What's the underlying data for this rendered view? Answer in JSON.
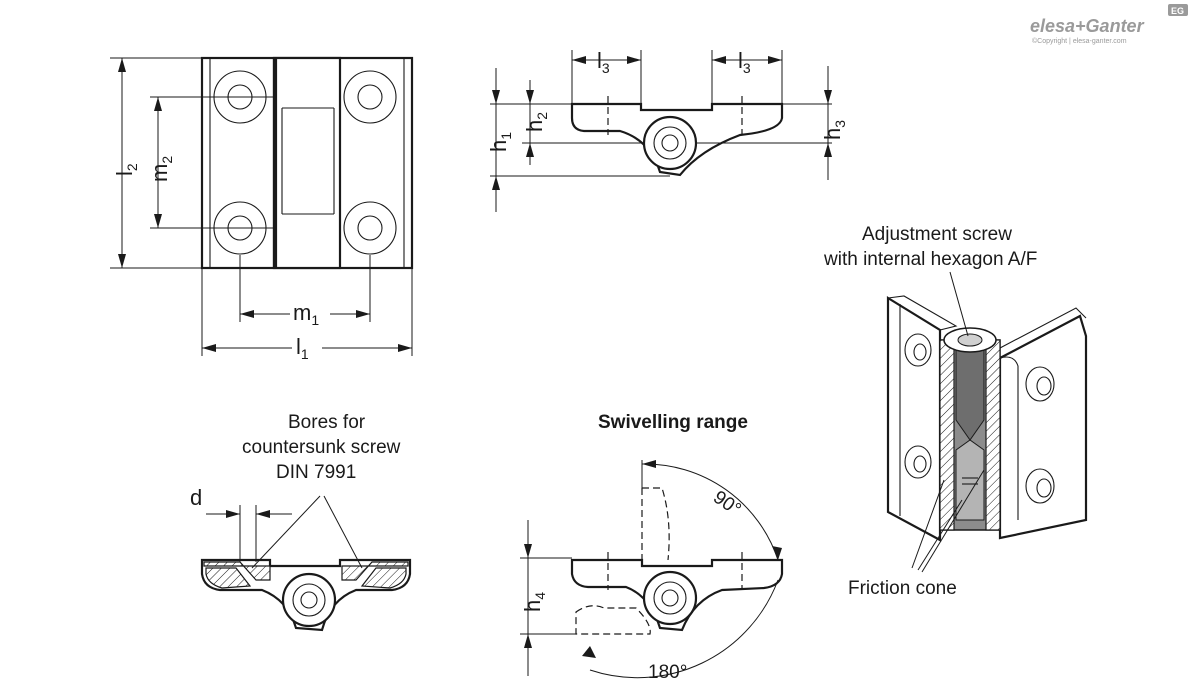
{
  "brand": {
    "logo": "elesa+Ganter",
    "badge": "EG",
    "copyright": "©Copyright | elesa-ganter.com"
  },
  "dimensions": {
    "l1": "l",
    "l1_sub": "1",
    "l2": "l",
    "l2_sub": "2",
    "l3": "l",
    "l3_sub": "3",
    "m1": "m",
    "m1_sub": "1",
    "m2": "m",
    "m2_sub": "2",
    "h1": "h",
    "h1_sub": "1",
    "h2": "h",
    "h2_sub": "2",
    "h3": "h",
    "h3_sub": "3",
    "h4": "h",
    "h4_sub": "4",
    "d": "d"
  },
  "labels": {
    "bores_line1": "Bores for",
    "bores_line2": "countersunk screw",
    "bores_line3": "DIN 7991",
    "swivel_title": "Swivelling range",
    "angle_90": "90°",
    "angle_180": "180°",
    "adjust_line1": "Adjustment screw",
    "adjust_line2": "with internal hexagon A/F",
    "friction": "Friction cone"
  },
  "colors": {
    "line": "#1a1a1a",
    "brand_gray": "#9a9a9a",
    "section_gray": "#8c8c8c"
  }
}
